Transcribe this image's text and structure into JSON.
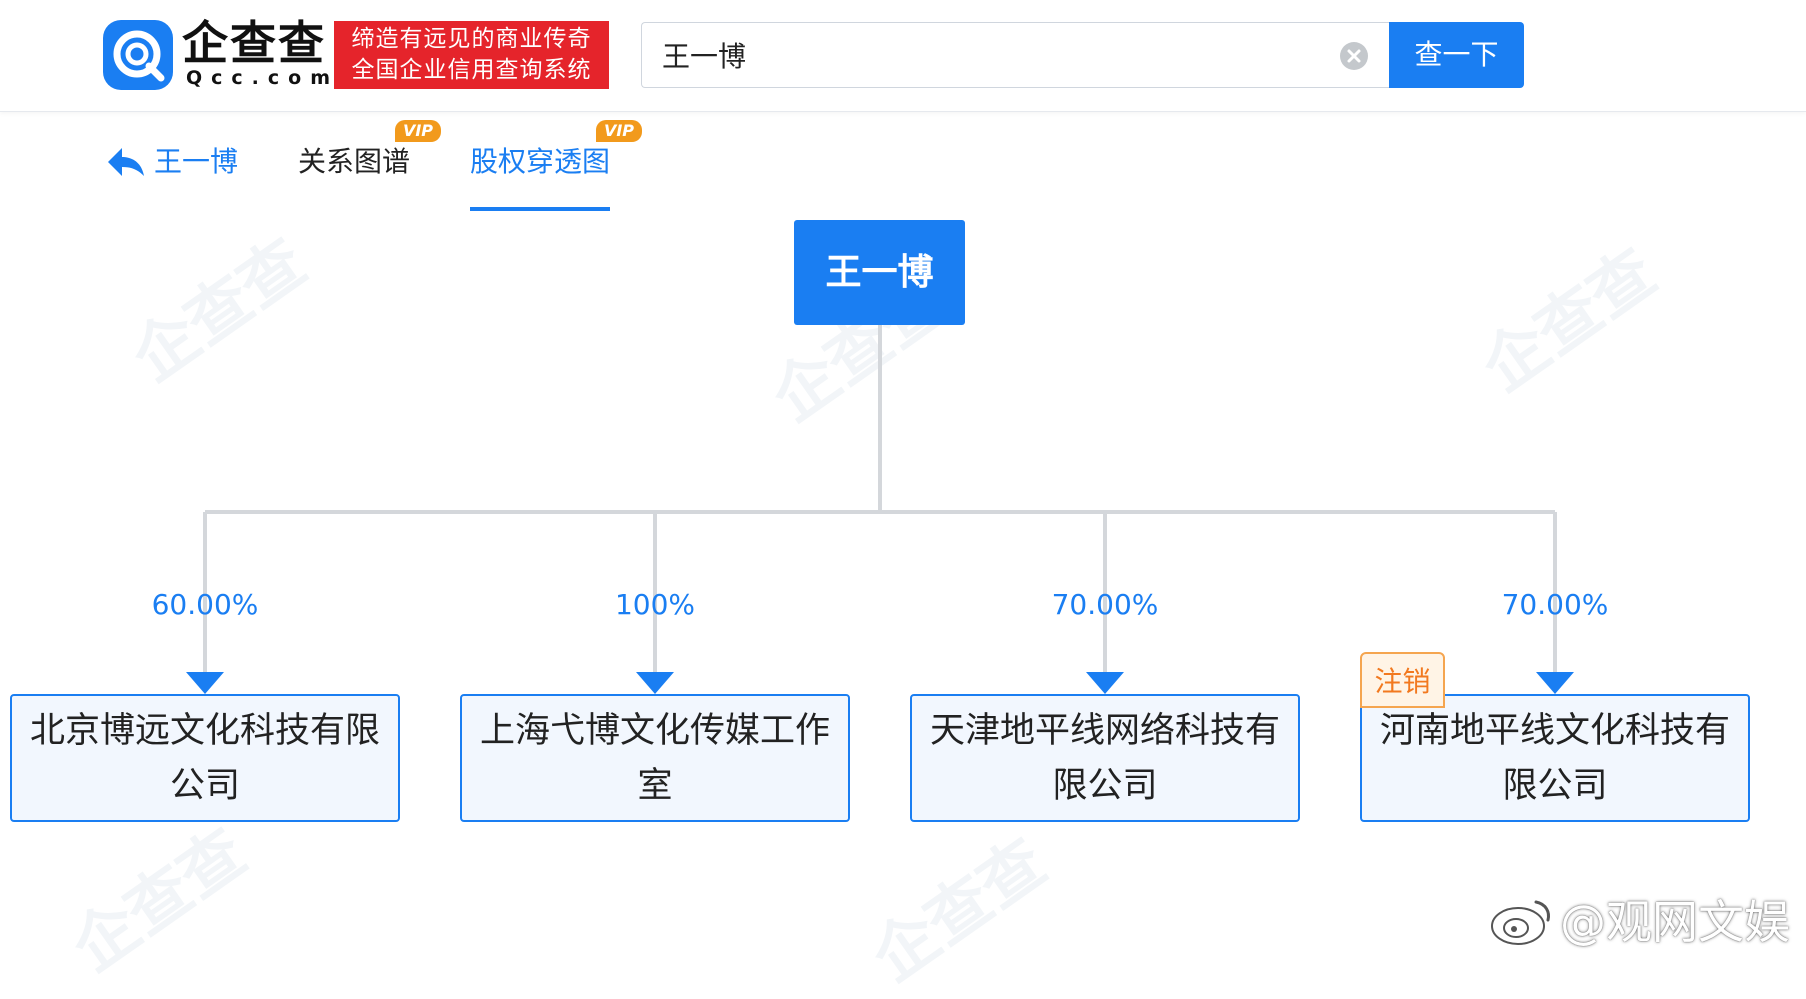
{
  "header": {
    "logo_cn": "企查查",
    "logo_en": "Qcc.com",
    "slogan_line1": "缔造有远见的商业传奇",
    "slogan_line2": "全国企业信用查询系统",
    "search_value": "王一博",
    "search_button": "查一下"
  },
  "nav": {
    "back_label": "王一博",
    "tabs": [
      {
        "label": "关系图谱",
        "badge": "VIP"
      },
      {
        "label": "股权穿透图",
        "badge": "VIP",
        "active": true
      }
    ]
  },
  "chart": {
    "root": "王一博",
    "children": [
      {
        "percent": "60.00%",
        "name": "北京博远文化科技有限公司"
      },
      {
        "percent": "100%",
        "name": "上海弋博文化传媒工作室"
      },
      {
        "percent": "70.00%",
        "name": "天津地平线网络科技有限公司"
      },
      {
        "percent": "70.00%",
        "name": "河南地平线文化科技有限公司",
        "status": "注销"
      }
    ]
  },
  "watermark": "@观网文娱",
  "colors": {
    "accent": "#1a7ef2",
    "slogan_bg": "#e5242b",
    "vip": "#f29a1c",
    "status": "#f2791f"
  }
}
